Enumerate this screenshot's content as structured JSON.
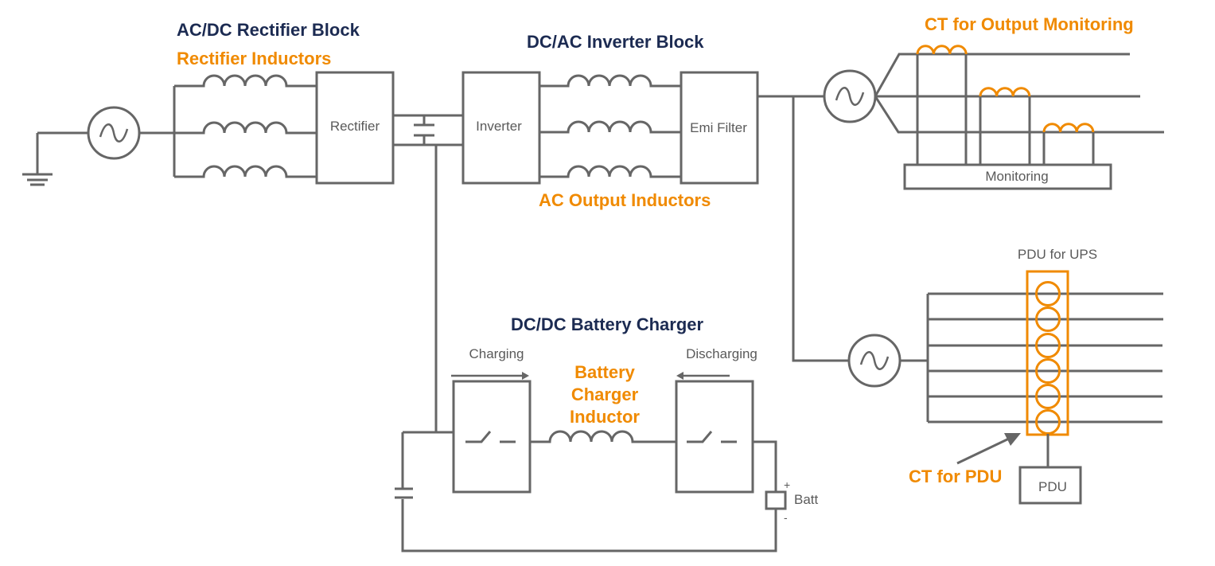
{
  "titles": {
    "rectifier_block": "AC/DC Rectifier Block",
    "inverter_block": "DC/AC Inverter Block",
    "battery_charger": "DC/DC Battery Charger"
  },
  "callouts": {
    "rectifier_inductors": "Rectifier Inductors",
    "ac_output_inductors": "AC Output Inductors",
    "ct_output_monitoring": "CT for Output Monitoring",
    "battery_charger_inductor": [
      "Battery",
      "Charger",
      "Inductor"
    ],
    "ct_for_pdu": "CT for PDU"
  },
  "blocks": {
    "rectifier": "Rectifier",
    "inverter": "Inverter",
    "emi_filter": "Emi Filter",
    "monitoring": "Monitoring",
    "pdu": "PDU",
    "pdu_for_ups": "PDU for UPS",
    "batt": "Batt"
  },
  "labels": {
    "charging": "Charging",
    "discharging": "Discharging",
    "plus": "+",
    "minus": "-"
  },
  "icons": {
    "ac_source": "ac-source-icon",
    "ground": "ground-icon",
    "inductor": "inductor-icon",
    "capacitor": "capacitor-icon",
    "switch": "switch-icon",
    "battery": "battery-icon",
    "current_transformer": "current-transformer-icon",
    "arrow": "arrow-icon"
  },
  "colors": {
    "wire": "#666666",
    "title": "#1c2b52",
    "accent": "#f08a00"
  },
  "counts": {
    "rectifier_inductors": 3,
    "ac_output_inductors": 3,
    "output_phases": 3,
    "pdu_circuits": 6
  }
}
